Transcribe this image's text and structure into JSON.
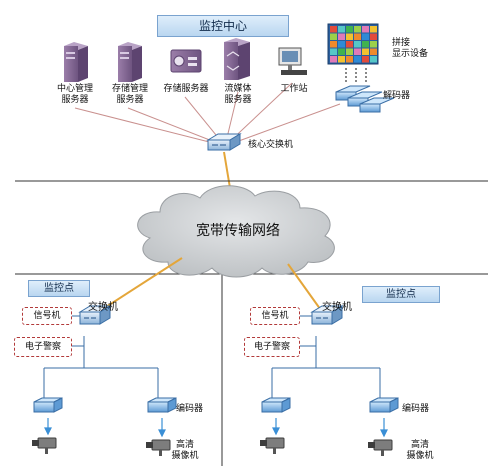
{
  "diagram": {
    "title": "监控中心",
    "center_servers": [
      {
        "id": "central-mgmt",
        "label_line1": "中心管理",
        "label_line2": "服务器"
      },
      {
        "id": "storage-mgmt",
        "label_line1": "存储管理",
        "label_line2": "服务器"
      },
      {
        "id": "storage",
        "label_line1": "存储服务器",
        "label_line2": ""
      },
      {
        "id": "streaming",
        "label_line1": "流媒体",
        "label_line2": "服务器"
      },
      {
        "id": "workstation",
        "label_line1": "工作站",
        "label_line2": ""
      }
    ],
    "video_wall_label_line1": "拼接",
    "video_wall_label_line2": "显示设备",
    "decoder_label": "解码器",
    "core_switch_label": "核心交换机",
    "network_label": "宽带传输网络",
    "left_site": {
      "title": "监控点",
      "switch_label": "交换机",
      "device1": "信号机",
      "device2": "电子警察",
      "encoder_label": "编码器",
      "camera_label_line1": "高清",
      "camera_label_line2": "摄像机"
    },
    "right_site": {
      "title": "监控点",
      "switch_label": "交换机",
      "device1": "信号机",
      "device2": "电子警察",
      "encoder_label": "编码器",
      "camera_label_line1": "高清",
      "camera_label_line2": "摄像机"
    },
    "colors": {
      "link_red": "#c9908e",
      "link_orange": "#e4a63a",
      "section_rule": "#333333",
      "site_line": "#3a6ea5",
      "banner_fill": "#cfe3f6",
      "dashed_red": "#b23a3a",
      "cloud_fill": "#d4d7d9",
      "server_purple": "#8a6c9a"
    }
  }
}
